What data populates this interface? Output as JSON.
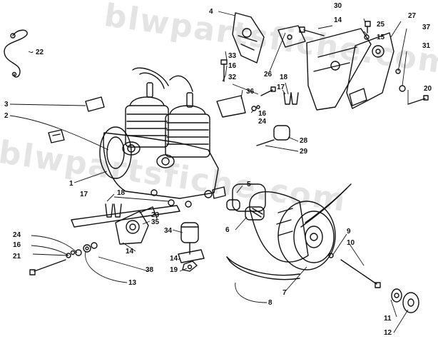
{
  "watermark": "blwpartsfiche.com",
  "colors": {
    "ink": "#111111",
    "watermark": "#cfcfcf",
    "background": "#ffffff"
  },
  "callouts": [
    "1",
    "2",
    "3",
    "4",
    "5",
    "6",
    "7",
    "8",
    "9",
    "10",
    "11",
    "12",
    "13",
    "14",
    "14",
    "14",
    "14",
    "15",
    "16",
    "16",
    "17",
    "17",
    "18",
    "18",
    "19",
    "20",
    "21",
    "22",
    "23",
    "24",
    "24",
    "25",
    "26",
    "27",
    "28",
    "29",
    "30",
    "31",
    "32",
    "33",
    "34",
    "35",
    "36",
    "37",
    "38"
  ]
}
